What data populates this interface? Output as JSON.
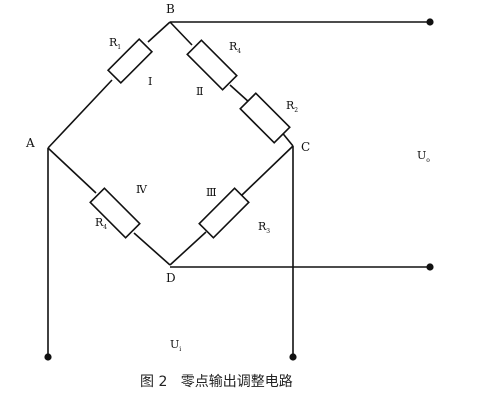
{
  "nodes": {
    "a": "A",
    "b": "B",
    "c": "C",
    "d": "D"
  },
  "resistors": [
    {
      "main": "R",
      "sub": "1",
      "arm": "Ⅰ"
    },
    {
      "main": "R",
      "sub": "4",
      "arm": ""
    },
    {
      "main": "R",
      "sub": "2",
      "arm": "Ⅱ"
    },
    {
      "main": "R",
      "sub": "3",
      "arm": "Ⅲ"
    },
    {
      "main": "R",
      "sub": "4",
      "arm": "Ⅳ"
    }
  ],
  "output_voltage": {
    "main": "U",
    "sub": "o"
  },
  "input_voltage": {
    "main": "U",
    "sub": "i"
  },
  "caption": "图 2   零点输出调整电路"
}
